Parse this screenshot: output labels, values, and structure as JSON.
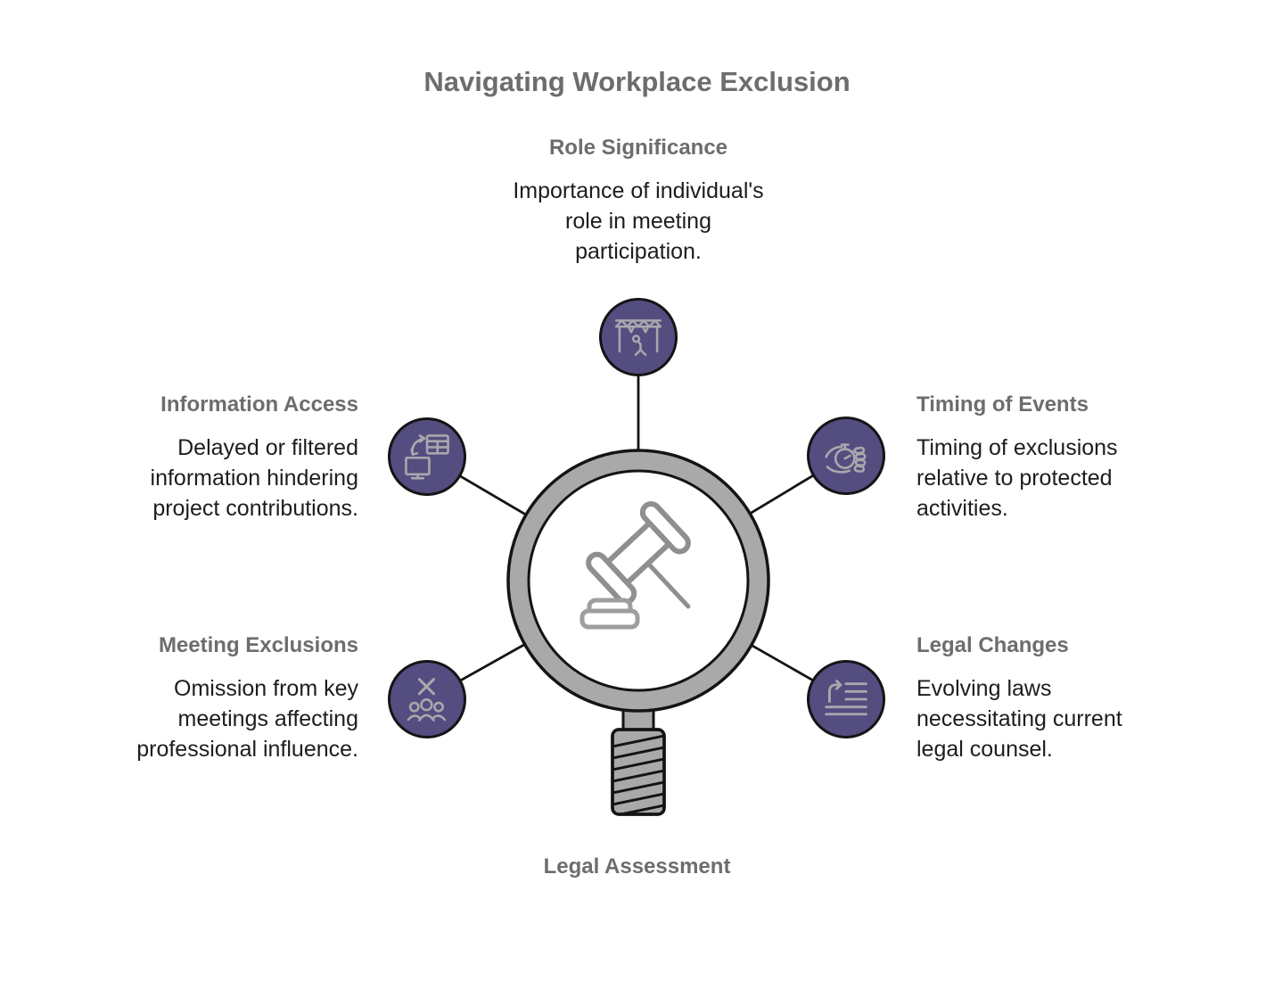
{
  "title": "Navigating Workplace Exclusion",
  "colors": {
    "accent_purple": "#544d80",
    "icon_stroke_gray": "#a9a7ac",
    "magnifier_gray": "#a9a9a9",
    "outline_black": "#141414",
    "heading_gray": "#6d6d6d",
    "body_text": "#1d1d1d"
  },
  "center": {
    "icon": "gavel-icon",
    "label": "Legal Assessment"
  },
  "nodes": [
    {
      "id": "role-significance",
      "position": "top",
      "icon": "stage-truss-icon",
      "heading": "Role Significance",
      "description": "Importance of individual's role in meeting participation."
    },
    {
      "id": "information-access",
      "position": "left-upper",
      "icon": "data-transfer-icon",
      "heading": "Information Access",
      "description": "Delayed or filtered information hindering project contributions."
    },
    {
      "id": "timing-of-events",
      "position": "right-upper",
      "icon": "stopwatch-hand-icon",
      "heading": "Timing of Events",
      "description": "Timing of exclusions relative to protected activities."
    },
    {
      "id": "meeting-exclusions",
      "position": "left-lower",
      "icon": "people-x-icon",
      "heading": "Meeting Exclusions",
      "description": "Omission from key meetings affecting professional influence."
    },
    {
      "id": "legal-changes",
      "position": "right-lower",
      "icon": "text-change-icon",
      "heading": "Legal Changes",
      "description": "Evolving laws necessitating current legal counsel."
    }
  ]
}
